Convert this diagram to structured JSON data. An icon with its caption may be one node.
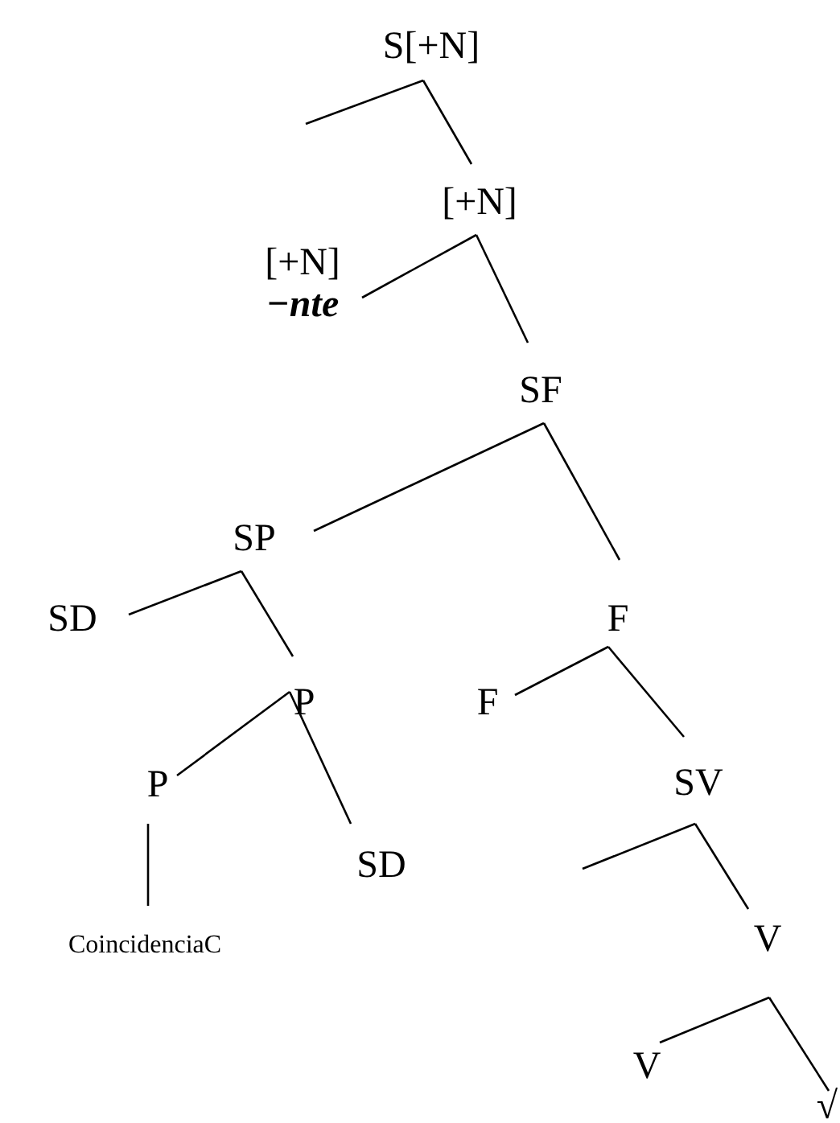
{
  "diagram": {
    "nodes": [
      {
        "text": [
          "S[+N]"
        ]
      },
      {
        "text": [
          "[+N]"
        ]
      },
      {
        "text": [
          "[+N]",
          "−nte"
        ]
      },
      {
        "text": [
          "SF"
        ]
      },
      {
        "text": [
          "SP"
        ]
      },
      {
        "text": [
          "SD"
        ]
      },
      {
        "text": [
          "F"
        ]
      },
      {
        "text": [
          "P"
        ]
      },
      {
        "text": [
          "F"
        ]
      },
      {
        "text": [
          "P"
        ]
      },
      {
        "text": [
          "SV"
        ]
      },
      {
        "text": [
          "SD"
        ]
      },
      {
        "text": [
          "CoincidenciaC"
        ]
      },
      {
        "text": [
          "V"
        ]
      },
      {
        "text": [
          "V"
        ]
      },
      {
        "text": [
          "√"
        ]
      }
    ],
    "edges": [
      {
        "from": 0,
        "to": null,
        "arrow": "none"
      },
      {
        "from": 0,
        "to": 1,
        "arrow": "none"
      },
      {
        "from": 1,
        "to": 2,
        "arrow": "none"
      },
      {
        "from": 1,
        "to": 3,
        "arrow": "none"
      },
      {
        "from": 3,
        "to": 4,
        "arrow": "none"
      },
      {
        "from": 3,
        "to": 6,
        "arrow": "none"
      },
      {
        "from": 4,
        "to": 5,
        "arrow": "none"
      },
      {
        "from": 4,
        "to": 7,
        "arrow": "none"
      },
      {
        "from": 6,
        "to": 8,
        "arrow": "none"
      },
      {
        "from": 6,
        "to": 10,
        "arrow": "none"
      },
      {
        "from": 7,
        "to": 9,
        "arrow": "none"
      },
      {
        "from": 7,
        "to": 11,
        "arrow": "none"
      },
      {
        "from": 9,
        "to": 12,
        "arrow": "none"
      },
      {
        "from": 10,
        "to": null,
        "arrow": "none"
      },
      {
        "from": 10,
        "to": 13,
        "arrow": "none"
      },
      {
        "from": 13,
        "to": 14,
        "arrow": "none"
      },
      {
        "from": 13,
        "to": 15,
        "arrow": "none"
      }
    ]
  }
}
